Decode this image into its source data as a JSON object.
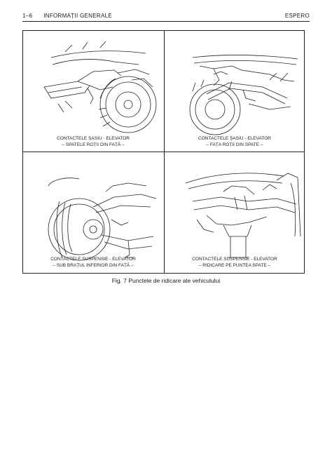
{
  "header": {
    "page_number": "1–6",
    "section": "INFORMAȚII GENERALE",
    "model": "ESPERO"
  },
  "panels": [
    {
      "line1": "CONTACTELE ȘASIU - ELEVATOR",
      "line2": "– SPATELE ROȚII DIN FAȚĂ –"
    },
    {
      "line1": "CONTACTELE ȘASIU - ELEVATOR",
      "line2": "– FAȚA ROȚII DIN SPATE –"
    },
    {
      "line1": "CONTACTELE SUSPENSIE - ELEVATOR",
      "line2": "– SUB BRAȚUL INFERIOR DIN FAȚĂ –"
    },
    {
      "line1": "CONTACTELE SUSPENSIE - ELEVATOR",
      "line2": "– RIDICARE PE PUNTEA SPATE –"
    }
  ],
  "figure_caption": "Fig. 7  Punctele de ridicare ale vehiculului"
}
